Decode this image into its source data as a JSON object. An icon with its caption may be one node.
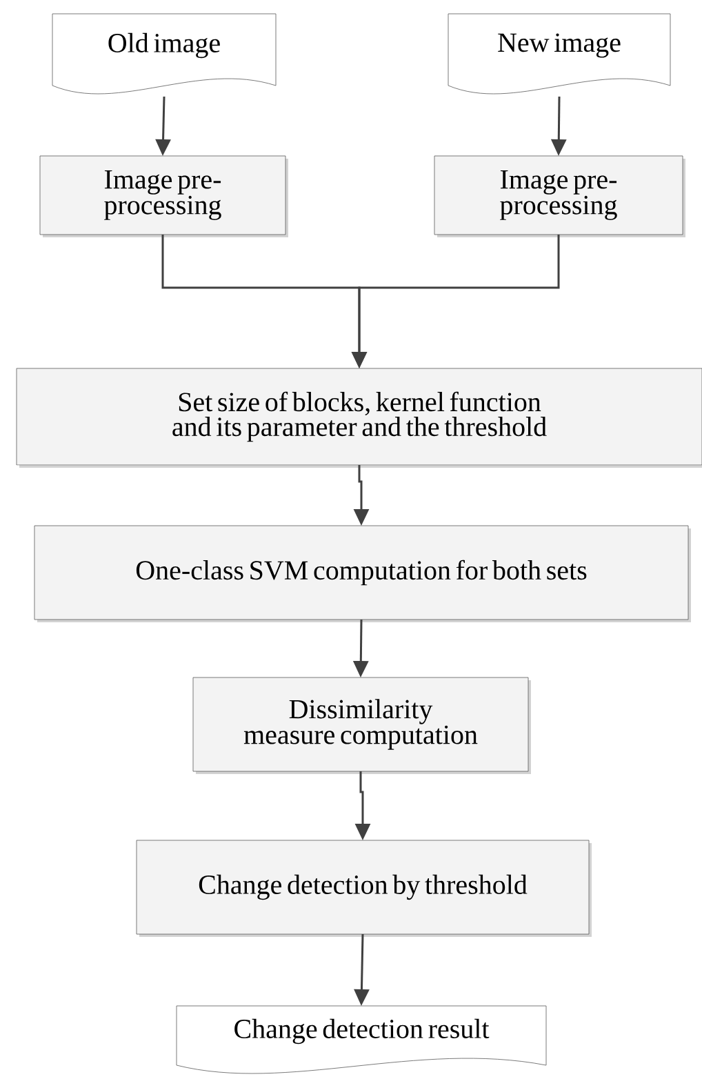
{
  "diagram": {
    "nodes": [
      {
        "text": [
          "Old image"
        ]
      },
      {
        "text": [
          "New image"
        ]
      },
      {
        "text": [
          "Image pre-processing"
        ]
      },
      {
        "text": [
          "Image pre-processing"
        ]
      },
      {
        "text": [
          "Set size of blocks, kernel function and its parameter and the threshold"
        ]
      },
      {
        "text": [
          "One-class SVM computation for both sets"
        ]
      },
      {
        "text": [
          "Dissimilarity measure computation"
        ]
      },
      {
        "text": [
          "Change detection by threshold"
        ]
      },
      {
        "text": [
          "Change detection result"
        ]
      }
    ],
    "edges": [
      {
        "from": 0,
        "to": 2,
        "arrow": "to"
      },
      {
        "from": 1,
        "to": 3,
        "arrow": "to"
      },
      {
        "from": 2,
        "to": 4,
        "arrow": "to"
      },
      {
        "from": 3,
        "to": 4,
        "arrow": "to"
      },
      {
        "from": 4,
        "to": 5,
        "arrow": "to"
      },
      {
        "from": 5,
        "to": 6,
        "arrow": "to"
      },
      {
        "from": 6,
        "to": 7,
        "arrow": "to"
      },
      {
        "from": 7,
        "to": 8,
        "arrow": "to"
      }
    ]
  }
}
